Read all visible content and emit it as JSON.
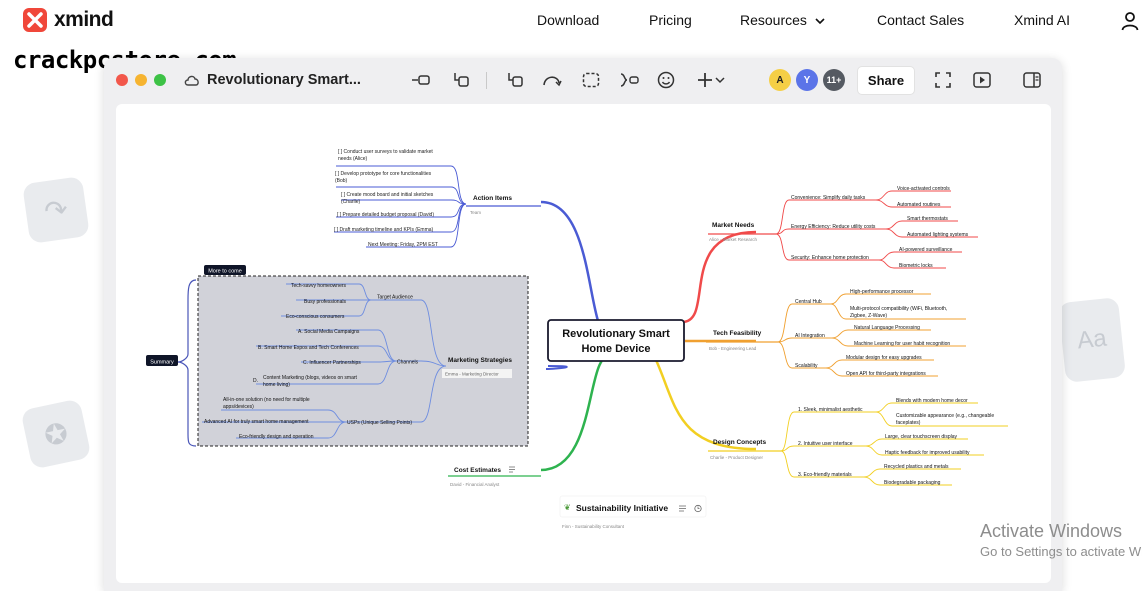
{
  "site": {
    "logo": "xmind",
    "nav": [
      "Download",
      "Pricing",
      "Resources",
      "Contact Sales",
      "Xmind AI"
    ],
    "watermark": "crackpcstore.com"
  },
  "window": {
    "title": "Revolutionary Smart...",
    "avatars": [
      {
        "label": "A",
        "color": "#f5cf45"
      },
      {
        "label": "Y",
        "color": "#5b74e8"
      },
      {
        "label": "11+",
        "color": "#555a62"
      }
    ],
    "share_label": "Share"
  },
  "map": {
    "root": {
      "line1": "Revolutionary Smart",
      "line2": "Home Device"
    },
    "action_items": {
      "title": "Action Items",
      "note": "Team",
      "items": [
        "[ ] Conduct user surveys to validate market",
        "needs (Alice)",
        "[ ] Develop prototype for core functionalities",
        "(Bob)",
        "[ ] Create mood board and initial sketches",
        "(Charlie)",
        "[ ] Prepare detailed budget proposal (David)",
        "[ ] Draft marketing timeline and KPIs (Emma)",
        "Next Meeting: Friday, 2PM EST"
      ]
    },
    "marketing": {
      "title": "Marketing Strategies",
      "note": "Emma - Marketing Director",
      "more_label": "More to come",
      "summary_label": "Summary",
      "target_audience": "Target Audience",
      "audience": [
        "Tech-savvy homeowners",
        "Busy professionals",
        "Eco-conscious consumers"
      ],
      "channels_label": "Channels",
      "channels": [
        "A.   Social Media Campaigns",
        "B.   Smart Home Expos and Tech Conferences",
        "C.   Influencer Partnerships",
        "D.",
        "Content Marketing (blogs, videos on smart",
        "home living)"
      ],
      "usps_label": "USPs (Unique Selling Points)",
      "usps": [
        "All-in-one solution (no need for multiple",
        "apps/devices)",
        "Advanced AI for truly smart home management",
        "Eco-friendly design and operation"
      ]
    },
    "cost": {
      "title": "Cost Estimates",
      "note": "David - Financial Analyst"
    },
    "sustain": {
      "title": "Sustainability Initiative",
      "note": "Finn - Sustainability Consultant"
    },
    "market_needs": {
      "title": "Market Needs",
      "note": "Alice - Market Research",
      "groups": [
        {
          "label": "Convenience: Simplify daily tasks",
          "items": [
            "Voice-activated controls",
            "Automated routines"
          ]
        },
        {
          "label": "Energy Efficiency: Reduce utility costs",
          "items": [
            "Smart thermostats",
            "Automated lighting systems"
          ]
        },
        {
          "label": "Security: Enhance home protection",
          "items": [
            "AI-powered surveillance",
            "Biometric locks"
          ]
        }
      ]
    },
    "tech": {
      "title": "Tech Feasibility",
      "note": "Bob - Engineering Lead",
      "groups": [
        {
          "label": "Central Hub",
          "items": [
            "High-performance processor",
            "Multi-protocol compatibility (WiFi, Bluetooth,",
            "Zigbee, Z-Wave)"
          ]
        },
        {
          "label": "AI Integration",
          "items": [
            "Natural Language Processing",
            "Machine Learning for user habit recognition"
          ]
        },
        {
          "label": "Scalability",
          "items": [
            "Modular design for easy upgrades",
            "Open API for third-party integrations"
          ]
        }
      ]
    },
    "design": {
      "title": "Design Concepts",
      "note": "Charlie - Product Designer",
      "groups": [
        {
          "label": "1.  Sleek, minimalist aesthetic",
          "items": [
            "Blends with modern home decor",
            "Customizable appearance (e.g., changeable",
            "faceplates)"
          ]
        },
        {
          "label": "2.  Intuitive user interface",
          "items": [
            "Large, clear touchscreen display",
            "Haptic feedback for improved usability"
          ]
        },
        {
          "label": "3.  Eco-friendly materials",
          "items": [
            "Recycled plastics and metals",
            "Biodegradable packaging"
          ]
        }
      ]
    }
  },
  "activate": {
    "line1": "Activate Windows",
    "line2": "Go to Settings to activate Windows."
  },
  "colors": {
    "blue": "#4a5bd4",
    "red": "#f04a4a",
    "orange": "#f0a030",
    "yellow": "#f2cf22",
    "green": "#2eb34f",
    "marketing_blue": "#6e8de0"
  }
}
